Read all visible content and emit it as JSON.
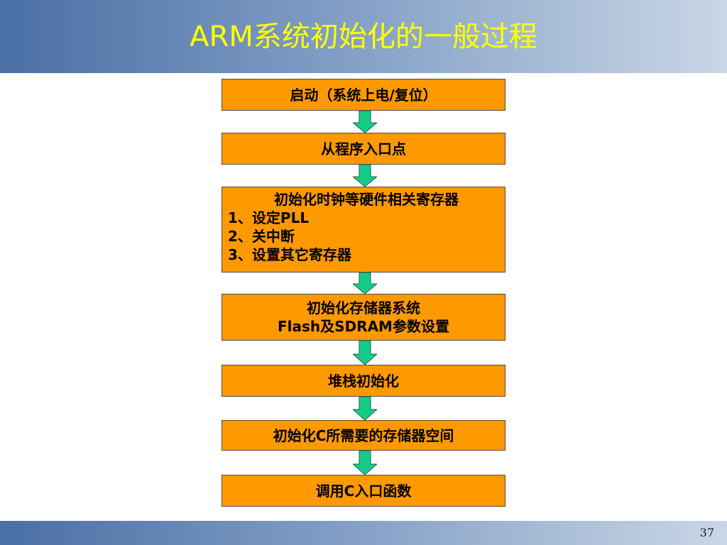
{
  "slide": {
    "title": "ARM系统初始化的一般过程",
    "page_number": "37"
  },
  "colors": {
    "header_gradient": [
      "#4a6fa5",
      "#7f9cc4",
      "#c9d6e6"
    ],
    "title_text": "#ffff00",
    "box_fill": "#ff9900",
    "arrow_fill": "#14cc88"
  },
  "flow": {
    "steps": [
      {
        "lines": [
          "启动（系统上电/复位）"
        ]
      },
      {
        "lines": [
          "从程序入口点"
        ]
      },
      {
        "lines": [
          "初始化时钟等硬件相关寄存器",
          "1、设定PLL",
          "2、关中断",
          "3、设置其它寄存器"
        ]
      },
      {
        "lines": [
          "初始化存储器系统",
          "Flash及SDRAM参数设置"
        ]
      },
      {
        "lines": [
          "堆栈初始化"
        ]
      },
      {
        "lines": [
          "初始化C所需要的存储器空间"
        ]
      },
      {
        "lines": [
          "调用C入口函数"
        ]
      }
    ]
  }
}
